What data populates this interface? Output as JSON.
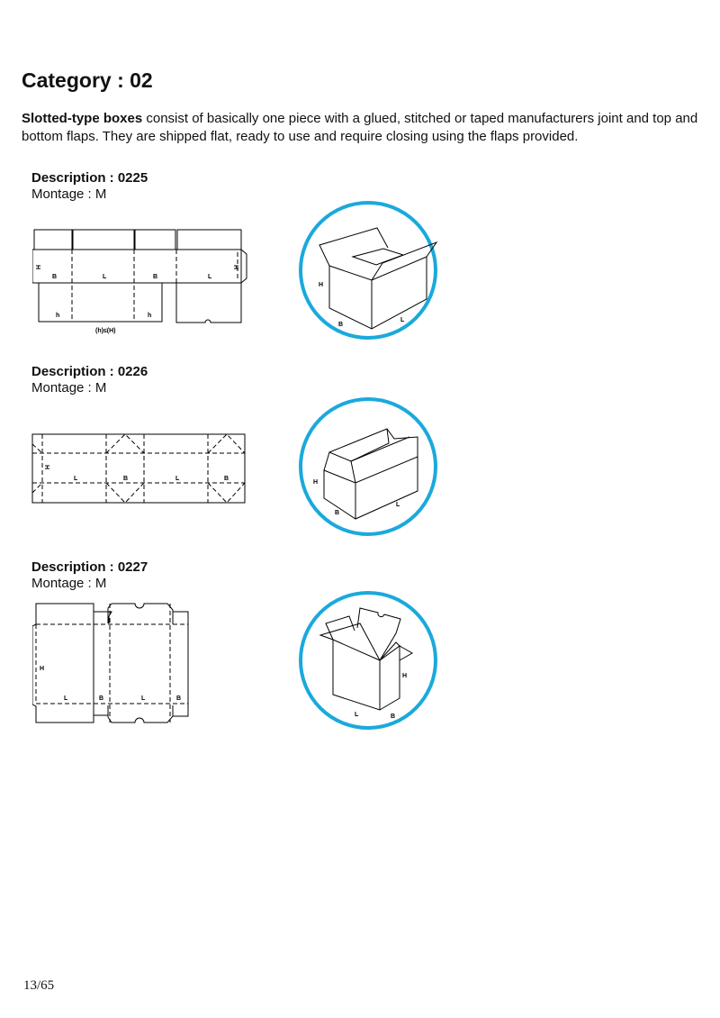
{
  "page": {
    "title": "Category : 02",
    "intro_bold": "Slotted-type boxes",
    "intro_rest": " consist of basically one piece with a glued, stitched or taped manufacturers joint and top and bottom flaps. They are shipped flat, ready to use and require closing using the flaps provided.",
    "page_number": "13/65",
    "accent_color": "#1ba9dc"
  },
  "items": [
    {
      "description": "Description : 0225",
      "montage": "Montage : M",
      "flat_labels": {
        "H": "H",
        "B": "B",
        "L": "L",
        "h": "h",
        "note": "(h)≤(H)"
      },
      "iso_labels": {
        "H": "H",
        "B": "B",
        "L": "L"
      }
    },
    {
      "description": "Description : 0226",
      "montage": "Montage : M",
      "flat_labels": {
        "H": "H",
        "B": "B",
        "L": "L"
      },
      "iso_labels": {
        "H": "H",
        "B": "B",
        "L": "L"
      }
    },
    {
      "description": "Description : 0227",
      "montage": "Montage : M",
      "flat_labels": {
        "H": "H",
        "B": "B",
        "L": "L"
      },
      "iso_labels": {
        "H": "H",
        "B": "B",
        "L": "L"
      }
    }
  ]
}
